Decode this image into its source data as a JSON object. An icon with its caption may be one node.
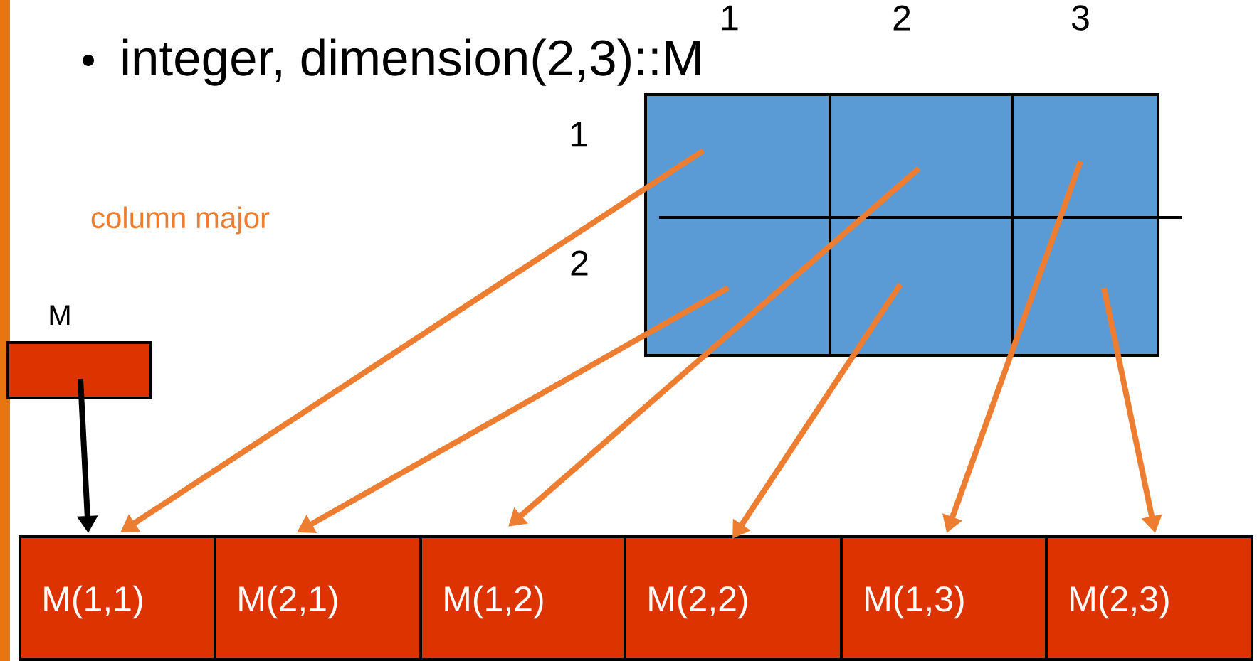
{
  "diagram": {
    "title": "integer, dimension(2,3)::M",
    "nodes": [
      {
        "text": [],
        "shape": "box"
      },
      {
        "text": [
          "M"
        ]
      },
      {
        "text": [
          "M(1,1)"
        ]
      },
      {
        "text": [
          "M(2,1)"
        ]
      },
      {
        "text": [
          "M(1,2)"
        ]
      },
      {
        "text": [
          "M(2,2)"
        ]
      },
      {
        "text": [
          "M(1,3)"
        ]
      },
      {
        "text": [
          "M(2,3)"
        ]
      }
    ],
    "edges": [
      {
        "from": 0,
        "to": 2,
        "arrow": "to"
      },
      {
        "from": 0,
        "to": 3,
        "arrow": "to"
      },
      {
        "from": 0,
        "to": 4,
        "arrow": "to"
      },
      {
        "from": 0,
        "to": 5,
        "arrow": "to"
      },
      {
        "from": 0,
        "to": 6,
        "arrow": "to"
      },
      {
        "from": 0,
        "to": 7,
        "arrow": "to"
      },
      {
        "from": 1,
        "to": 2,
        "arrow": "to",
        "color": "#000000"
      }
    ],
    "labels": [
      "1",
      "2",
      "3",
      "1",
      "2",
      "column major"
    ]
  }
}
